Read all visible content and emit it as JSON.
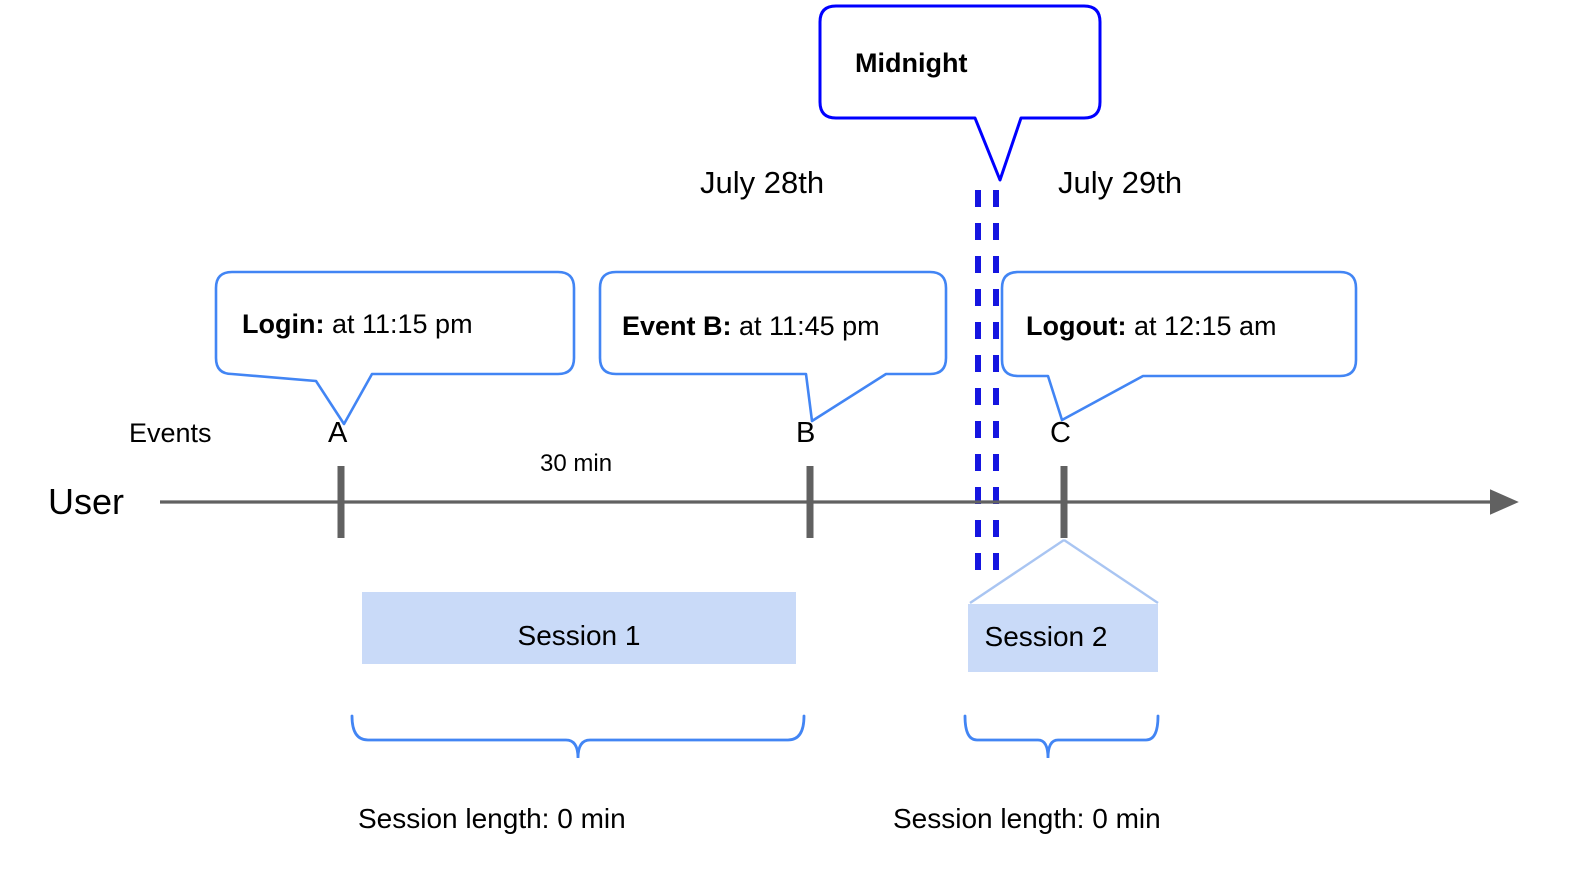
{
  "diagram": {
    "title_callout": {
      "text": "Midnight",
      "border_color": "#0000FF"
    },
    "dates": [
      {
        "label": "July 28th"
      },
      {
        "label": "July 29th"
      }
    ],
    "event_callouts": [
      {
        "name": "login",
        "bold_part": "Login:",
        "rest": " at 11:15 pm",
        "border_color": "#4285F4"
      },
      {
        "name": "event-b",
        "bold_part": "Event B:",
        "rest": " at 11:45 pm",
        "border_color": "#4285F4"
      },
      {
        "name": "logout",
        "bold_part": "Logout:",
        "rest": " at 12:15 am",
        "border_color": "#4285F4"
      }
    ],
    "axis": {
      "row_label": "User",
      "events_label": "Events",
      "line_color": "#616161",
      "ticks": [
        {
          "label": "A"
        },
        {
          "label": "B"
        },
        {
          "label": "C"
        }
      ]
    },
    "duration_label": "30 min",
    "sessions": [
      {
        "label": "Session 1",
        "fill_color": "#C9DAF8",
        "length_label": "Session length: 0 min"
      },
      {
        "label": "Session 2",
        "fill_color": "#C9DAF8",
        "length_label": "Session length: 0 min"
      }
    ],
    "midnight_divider": {
      "color": "#1515E0",
      "style": "double-dashed"
    }
  }
}
